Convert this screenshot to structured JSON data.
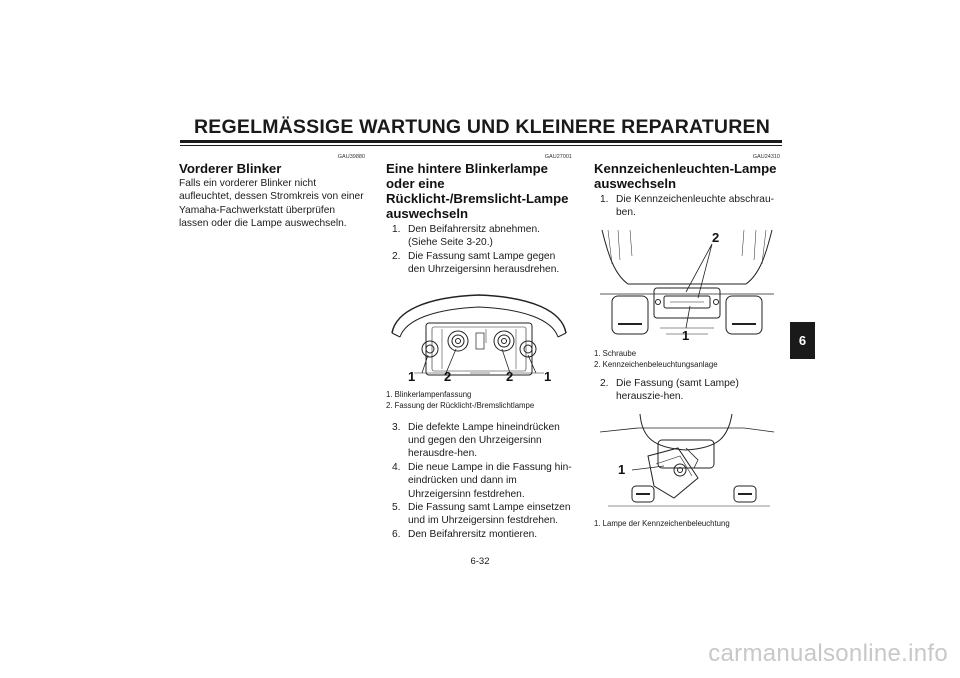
{
  "header": {
    "title": "REGELMÄSSIGE WARTUNG UND KLEINERE REPARATUREN"
  },
  "col1": {
    "code": "GAU39880",
    "heading": "Vorderer Blinker",
    "body": "Falls ein vorderer Blinker nicht aufleuchtet, dessen Stromkreis von einer Yamaha-Fachwerkstatt überprüfen lassen oder die Lampe auswechseln."
  },
  "col2": {
    "code": "GAU27001",
    "heading": "Eine hintere Blinkerlampe oder eine Rücklicht-/Bremslicht-Lampe auswechseln",
    "steps_a": [
      {
        "num": "1.",
        "text": "Den Beifahrersitz abnehmen. (Siehe Seite 3-20.)"
      },
      {
        "num": "2.",
        "text": "Die Fassung samt Lampe gegen den Uhrzeigersinn herausdrehen."
      }
    ],
    "figure": {
      "labels": [
        "1",
        "2",
        "2",
        "1"
      ]
    },
    "captions": [
      "1. Blinkerlampenfassung",
      "2. Fassung der Rücklicht-/Bremslichtlampe"
    ],
    "steps_b": [
      {
        "num": "3.",
        "text": "Die defekte Lampe hineindrücken und gegen den Uhrzeigersinn herausdre-hen."
      },
      {
        "num": "4.",
        "text": "Die neue Lampe in die Fassung hin-eindrücken und dann im Uhrzeigersinn festdrehen."
      },
      {
        "num": "5.",
        "text": "Die Fassung samt Lampe einsetzen und im Uhrzeigersinn festdrehen."
      },
      {
        "num": "6.",
        "text": "Den Beifahrersitz montieren."
      }
    ]
  },
  "col3": {
    "code": "GAU24310",
    "heading": "Kennzeichenleuchten-Lampe auswechseln",
    "step1": {
      "num": "1.",
      "text": "Die Kennzeichenleuchte abschrau-ben."
    },
    "figure1": {
      "labels": [
        "2",
        "1"
      ]
    },
    "captions1": [
      "1. Schraube",
      "2. Kennzeichenbeleuchtungsanlage"
    ],
    "step2": {
      "num": "2.",
      "text": "Die Fassung (samt Lampe) herauszie-hen."
    },
    "figure2": {
      "labels": [
        "1"
      ]
    },
    "captions2": [
      "1. Lampe der Kennzeichenbeleuchtung"
    ]
  },
  "footer": {
    "page_number": "6-32"
  },
  "tab": {
    "label": "6"
  },
  "watermark": {
    "text": "carmanualsonline.info"
  }
}
